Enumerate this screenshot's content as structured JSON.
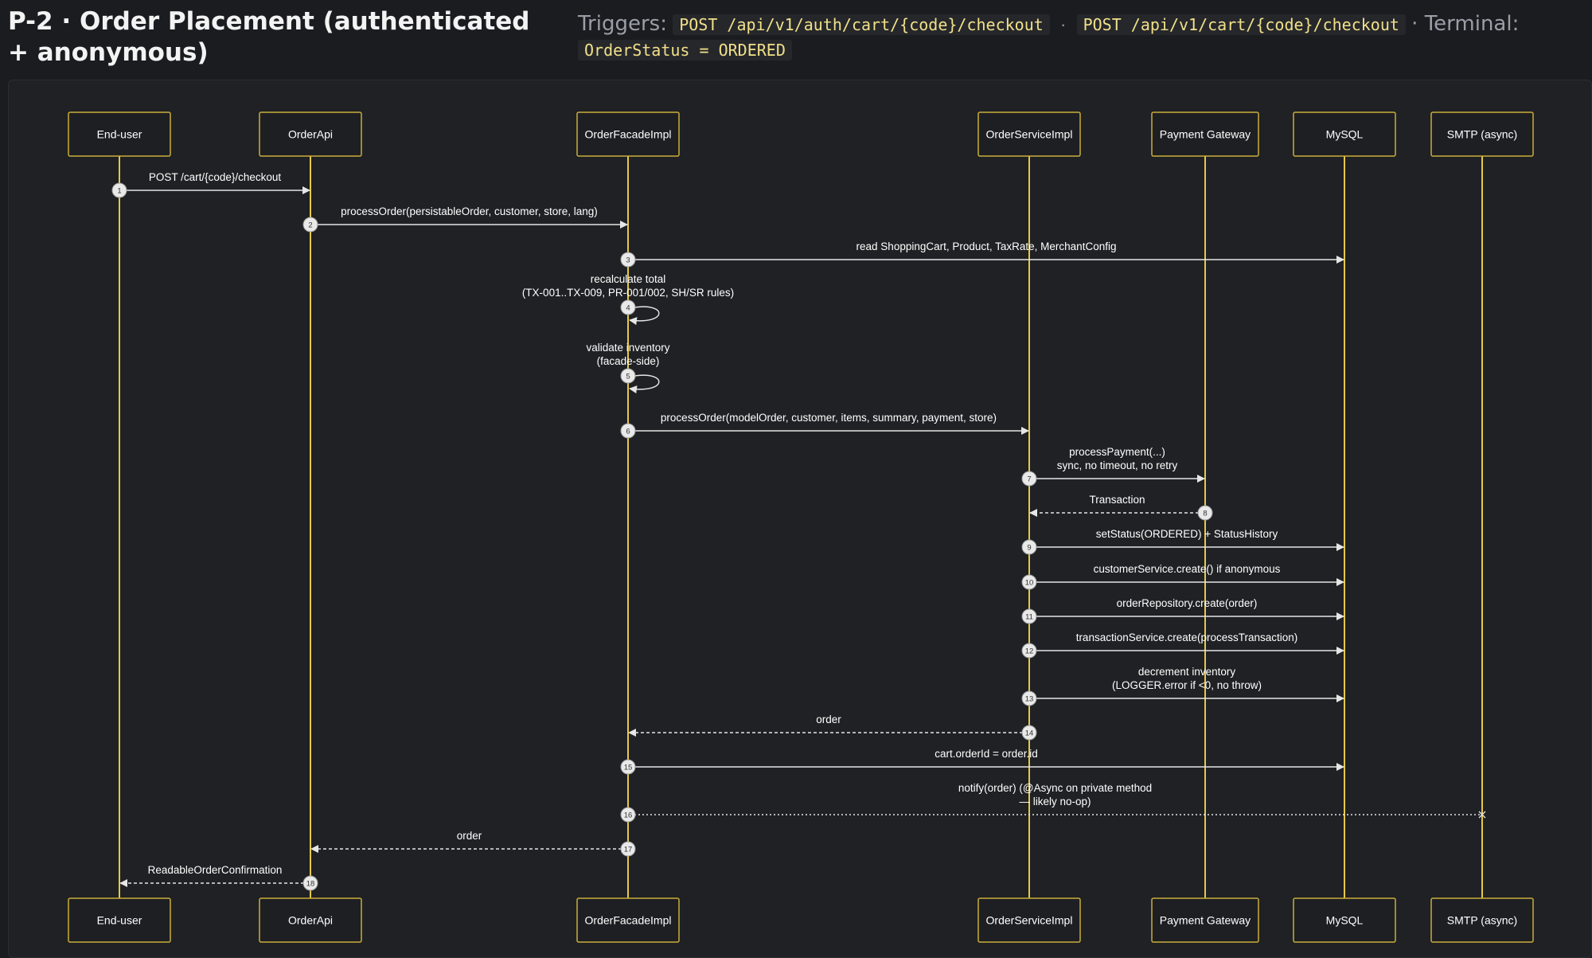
{
  "header": {
    "title": "P-2 · Order Placement (authenticated + anonymous)",
    "triggers_label": "Triggers:",
    "trigger_1": "POST /api/v1/auth/cart/{code}/checkout",
    "separator": "·",
    "trigger_2": "POST /api/v1/cart/{code}/checkout",
    "terminal_label": "· Terminal:",
    "terminal_value": "OrderStatus = ORDERED"
  },
  "participants": [
    {
      "id": "end-user",
      "label": "End-user"
    },
    {
      "id": "order-api",
      "label": "OrderApi"
    },
    {
      "id": "order-facade",
      "label": "OrderFacadeImpl"
    },
    {
      "id": "order-service",
      "label": "OrderServiceImpl"
    },
    {
      "id": "payment-gateway",
      "label": "Payment Gateway"
    },
    {
      "id": "mysql",
      "label": "MySQL"
    },
    {
      "id": "smtp",
      "label": "SMTP (async)"
    }
  ],
  "messages": [
    {
      "n": "1",
      "from": 0,
      "to": 1,
      "kind": "sync",
      "label": [
        "POST /cart/{code}/checkout"
      ]
    },
    {
      "n": "2",
      "from": 1,
      "to": 2,
      "kind": "sync",
      "label": [
        "processOrder(persistableOrder, customer, store, lang)"
      ]
    },
    {
      "n": "3",
      "from": 2,
      "to": 5,
      "kind": "sync",
      "label": [
        "read ShoppingCart, Product, TaxRate, MerchantConfig"
      ]
    },
    {
      "n": "4",
      "from": 2,
      "to": 2,
      "kind": "self",
      "label": [
        "recalculate total",
        "(TX-001..TX-009, PR-001/002, SH/SR rules)"
      ]
    },
    {
      "n": "5",
      "from": 2,
      "to": 2,
      "kind": "self",
      "label": [
        "validate inventory",
        "(facade-side)"
      ]
    },
    {
      "n": "6",
      "from": 2,
      "to": 3,
      "kind": "sync",
      "label": [
        "processOrder(modelOrder, customer, items, summary, payment, store)"
      ]
    },
    {
      "n": "7",
      "from": 3,
      "to": 4,
      "kind": "sync",
      "label": [
        "processPayment(...)",
        "sync, no timeout, no retry"
      ]
    },
    {
      "n": "8",
      "from": 4,
      "to": 3,
      "kind": "reply",
      "label": [
        "Transaction"
      ]
    },
    {
      "n": "9",
      "from": 3,
      "to": 5,
      "kind": "sync",
      "label": [
        "setStatus(ORDERED) + StatusHistory"
      ]
    },
    {
      "n": "10",
      "from": 3,
      "to": 5,
      "kind": "sync",
      "label": [
        "customerService.create() if anonymous"
      ]
    },
    {
      "n": "11",
      "from": 3,
      "to": 5,
      "kind": "sync",
      "label": [
        "orderRepository.create(order)"
      ]
    },
    {
      "n": "12",
      "from": 3,
      "to": 5,
      "kind": "sync",
      "label": [
        "transactionService.create(processTransaction)"
      ]
    },
    {
      "n": "13",
      "from": 3,
      "to": 5,
      "kind": "sync",
      "label": [
        "decrement inventory",
        "(LOGGER.error if <0, no throw)"
      ]
    },
    {
      "n": "14",
      "from": 3,
      "to": 2,
      "kind": "reply",
      "label": [
        "order"
      ]
    },
    {
      "n": "15",
      "from": 2,
      "to": 5,
      "kind": "sync",
      "label": [
        "cart.orderId = order.id"
      ]
    },
    {
      "n": "16",
      "from": 2,
      "to": 6,
      "kind": "async",
      "label": [
        "notify(order) (@Async on private method",
        "— likely no-op)"
      ]
    },
    {
      "n": "17",
      "from": 2,
      "to": 1,
      "kind": "reply",
      "label": [
        "order"
      ]
    },
    {
      "n": "18",
      "from": 1,
      "to": 0,
      "kind": "reply",
      "label": [
        "ReadableOrderConfirmation"
      ]
    }
  ],
  "colors": {
    "lifeline": "#e6c84a",
    "box_border": "#c9ad3a",
    "box_fill": "#1e1f23",
    "arrow": "#e6e6e6",
    "text": "#ffffff",
    "badge_fill": "#e9e9e9",
    "badge_text": "#333333"
  }
}
